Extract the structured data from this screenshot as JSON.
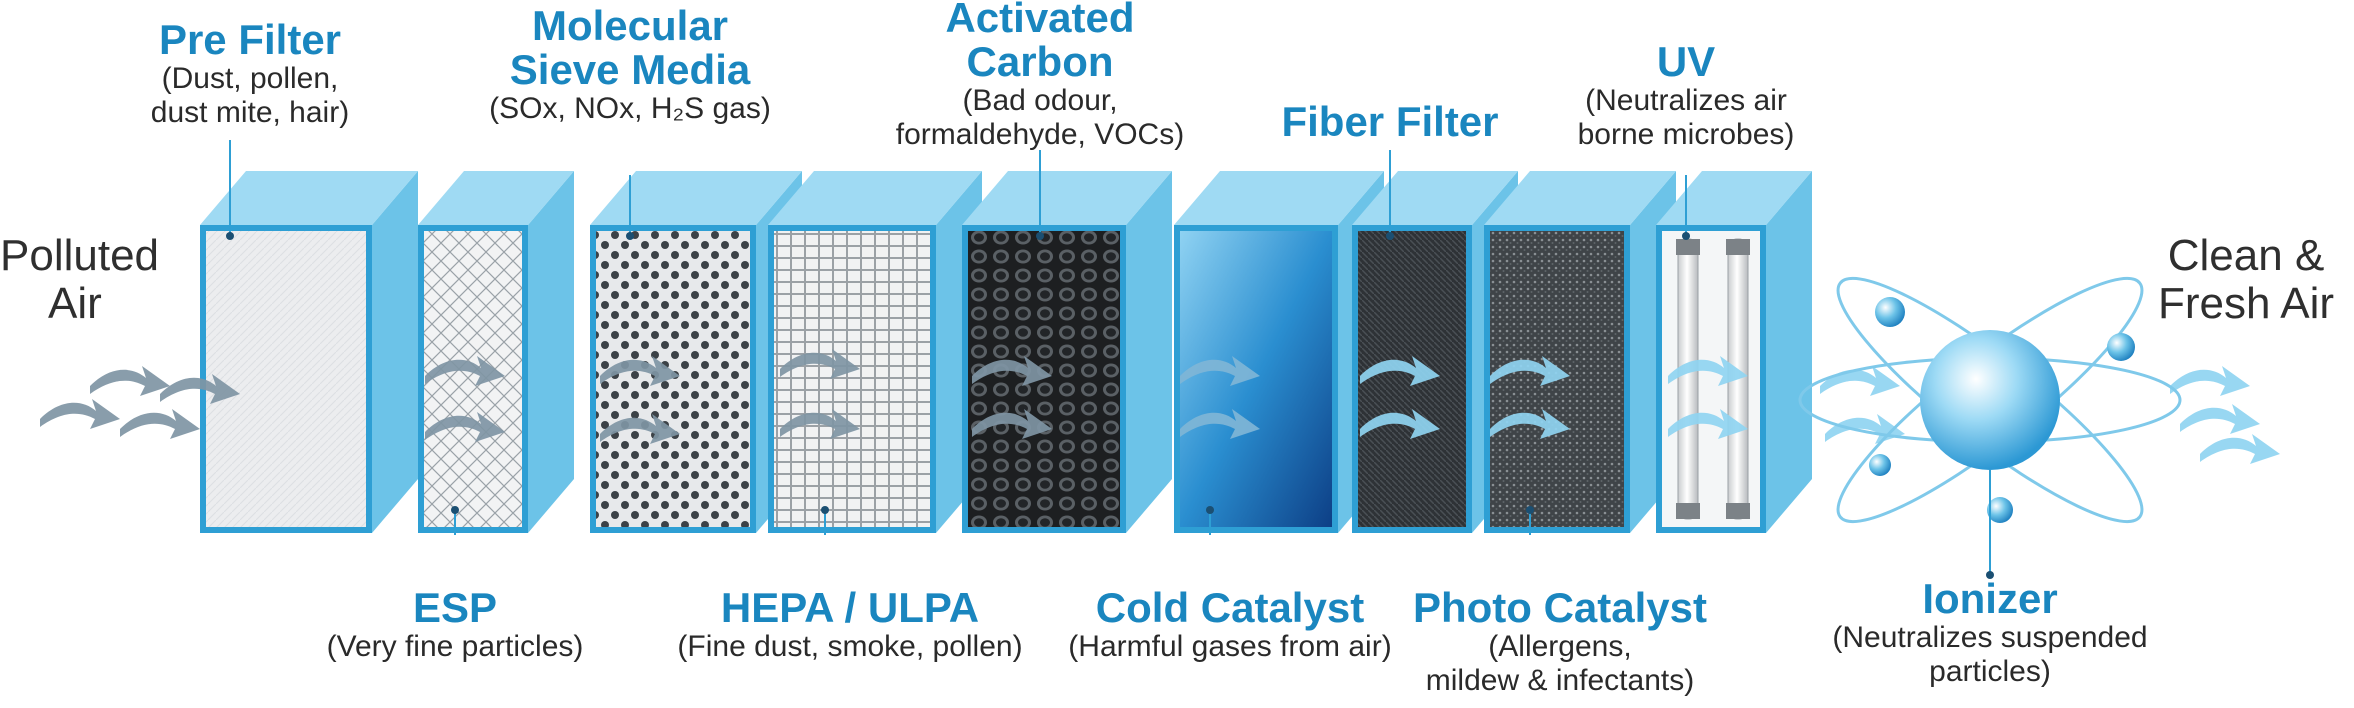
{
  "input": {
    "line1": "Polluted",
    "line2": "Air"
  },
  "output": {
    "line1": "Clean &",
    "line2": "Fresh Air"
  },
  "stages": [
    {
      "id": "pre-filter",
      "title": "Pre Filter",
      "desc": [
        "(Dust, pollen,",
        "dust mite, hair)"
      ]
    },
    {
      "id": "esp",
      "title": "ESP",
      "desc": [
        "(Very fine particles)"
      ]
    },
    {
      "id": "molecular-sieve",
      "title": [
        "Molecular",
        "Sieve Media"
      ],
      "desc": [
        "(SOx, NOx, H₂S gas)"
      ]
    },
    {
      "id": "hepa-ulpa",
      "title": "HEPA / ULPA",
      "desc": [
        "(Fine dust, smoke, pollen)"
      ]
    },
    {
      "id": "activated-carbon",
      "title": [
        "Activated",
        "Carbon"
      ],
      "desc": [
        "(Bad odour,",
        "formaldehyde, VOCs)"
      ]
    },
    {
      "id": "cold-catalyst",
      "title": "Cold Catalyst",
      "desc": [
        "(Harmful gases from air)"
      ]
    },
    {
      "id": "fiber-filter",
      "title": "Fiber Filter",
      "desc": []
    },
    {
      "id": "photo-catalyst",
      "title": "Photo Catalyst",
      "desc": [
        "(Allergens,",
        "mildew & infectants)"
      ]
    },
    {
      "id": "uv",
      "title": "UV",
      "desc": [
        "(Neutralizes air",
        "borne microbes)"
      ]
    },
    {
      "id": "ionizer",
      "title": "Ionizer",
      "desc": [
        "(Neutralizes suspended",
        "particles)"
      ]
    }
  ],
  "colors": {
    "title": "#1a86bf",
    "frame": "#6cc3e8",
    "frame_dark": "#2e9fd4",
    "arrow": "#7f95a4",
    "arrow_light": "#8fd4f1"
  }
}
